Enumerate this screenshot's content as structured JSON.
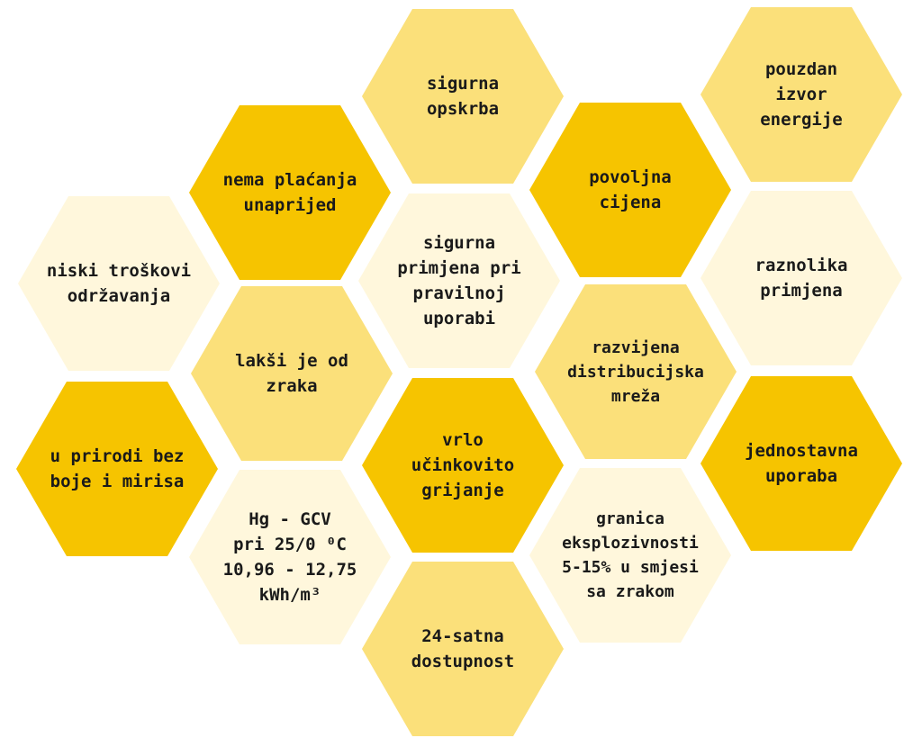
{
  "colors": {
    "dark": "#f6c400",
    "medium": "#fbe07a",
    "light": "#fff7dc"
  },
  "cells": [
    {
      "text": "sigurna\nopskrba",
      "tone": "medium"
    },
    {
      "text": "pouzdan\nizvor\nenergije",
      "tone": "medium"
    },
    {
      "text": "nema plaćanja\nunaprijed",
      "tone": "dark"
    },
    {
      "text": "povoljna\ncijena",
      "tone": "dark"
    },
    {
      "text": "niski troškovi\nodržavanja",
      "tone": "light"
    },
    {
      "text": "sigurna\nprimjena pri\npravilnoj\nuporabi",
      "tone": "light"
    },
    {
      "text": "raznolika\nprimjena",
      "tone": "light"
    },
    {
      "text": "lakši je od\nzraka",
      "tone": "medium"
    },
    {
      "text": "razvijena\ndistribucijska\nmreža",
      "tone": "medium"
    },
    {
      "text": "u prirodi bez\nboje i mirisa",
      "tone": "dark"
    },
    {
      "text": "vrlo\nučinkovito\ngrijanje",
      "tone": "dark"
    },
    {
      "text": "jednostavna\nuporaba",
      "tone": "dark"
    },
    {
      "text": "Hg - GCV\npri 25/0 ⁰C\n10,96 - 12,75\nkWh/m³",
      "tone": "light"
    },
    {
      "text": "granica\neksplozivnosti\n5-15% u smjesi\nsa zrakom",
      "tone": "light"
    },
    {
      "text": "24-satna\ndostupnost",
      "tone": "medium"
    }
  ]
}
